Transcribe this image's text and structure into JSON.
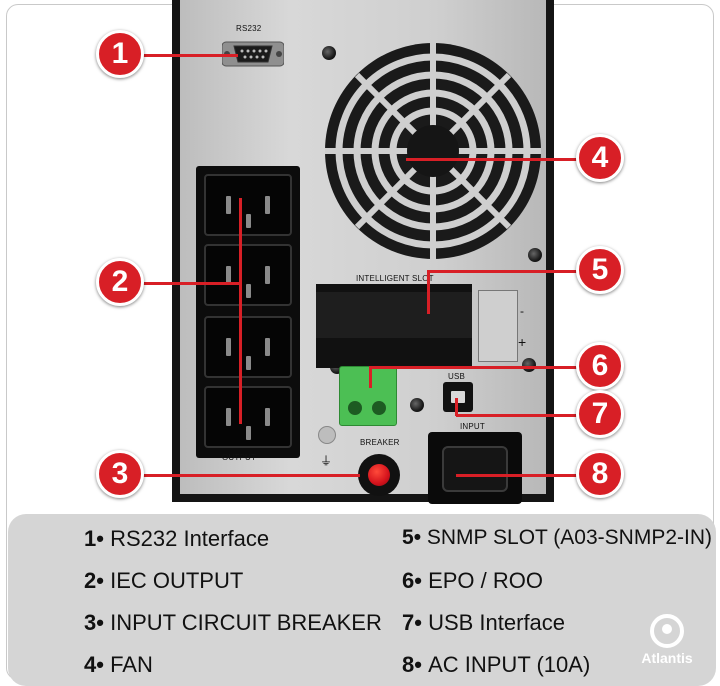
{
  "panel_labels": {
    "rs232": "RS232",
    "intelligent_slot": "INTELLIGENT SLOT",
    "usb": "USB",
    "breaker": "BREAKER",
    "input": "INPUT",
    "output": "OUTPUT",
    "minus": "-",
    "plus": "+"
  },
  "callouts": [
    "1",
    "2",
    "3",
    "4",
    "5",
    "6",
    "7",
    "8"
  ],
  "legend": [
    {
      "num": "1",
      "text": "RS232 Interface"
    },
    {
      "num": "2",
      "text": "IEC OUTPUT"
    },
    {
      "num": "3",
      "text": "INPUT CIRCUIT BREAKER"
    },
    {
      "num": "4",
      "text": "FAN"
    },
    {
      "num": "5",
      "text": "SNMP SLOT (A03-SNMP2-IN)"
    },
    {
      "num": "6",
      "text": "EPO / ROO"
    },
    {
      "num": "7",
      "text": "USB Interface"
    },
    {
      "num": "8",
      "text": "AC INPUT (10A)"
    }
  ],
  "brand": {
    "name": "Atlantis",
    "icon": "atlantis-logo-icon"
  },
  "colors": {
    "callout": "#d81f26",
    "legend_bg": "#d5d5d5",
    "epo_green": "#4cbf54"
  }
}
